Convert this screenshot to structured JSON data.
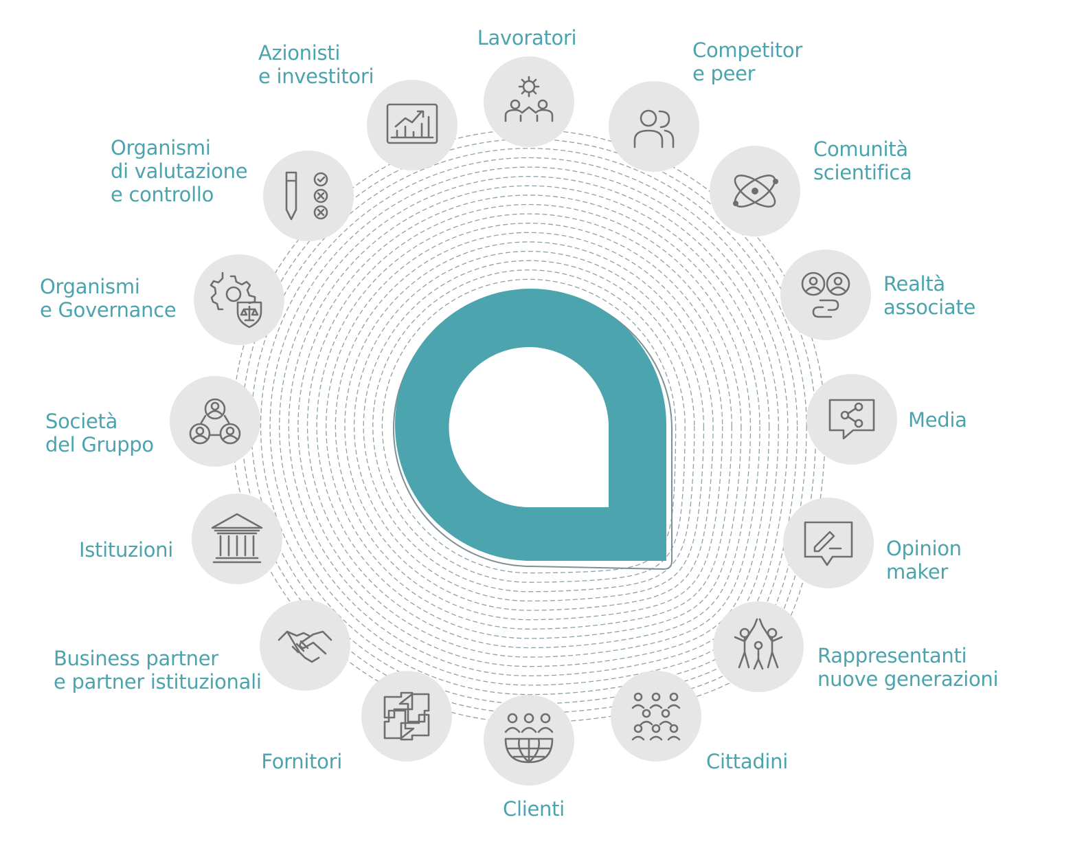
{
  "center_logo": {
    "color": "#4ca4ae",
    "ring_color": "#7d9098"
  },
  "stakeholders": [
    {
      "id": "lavoratori",
      "icon": "gear-people-icon",
      "lines": [
        "Lavoratori"
      ]
    },
    {
      "id": "competitor",
      "icon": "two-people-icon",
      "lines": [
        "Competitor",
        "e peer"
      ]
    },
    {
      "id": "comunita",
      "icon": "atom-icon",
      "lines": [
        "Comunità",
        "scientifica"
      ]
    },
    {
      "id": "realta",
      "icon": "linked-people-icon",
      "lines": [
        "Realtà",
        "associate"
      ]
    },
    {
      "id": "media",
      "icon": "share-chat-icon",
      "lines": [
        "Media"
      ]
    },
    {
      "id": "opinion",
      "icon": "pen-chat-icon",
      "lines": [
        "Opinion",
        "maker"
      ]
    },
    {
      "id": "rappresentanti",
      "icon": "high-five-icon",
      "lines": [
        "Rappresentanti",
        "nuove generazioni"
      ]
    },
    {
      "id": "cittadini",
      "icon": "crowd-icon",
      "lines": [
        "Cittadini"
      ]
    },
    {
      "id": "clienti",
      "icon": "globe-people-icon",
      "lines": [
        "Clienti"
      ]
    },
    {
      "id": "fornitori",
      "icon": "hands-square-icon",
      "lines": [
        "Fornitori"
      ]
    },
    {
      "id": "business",
      "icon": "handshake-icon",
      "lines": [
        "Business partner",
        "e partner istituzionali"
      ]
    },
    {
      "id": "istituzioni",
      "icon": "building-icon",
      "lines": [
        "Istituzioni"
      ]
    },
    {
      "id": "societa",
      "icon": "group-network-icon",
      "lines": [
        "Società",
        "del Gruppo"
      ]
    },
    {
      "id": "governance",
      "icon": "gear-balance-icon",
      "lines": [
        "Organismi",
        "e Governance"
      ]
    },
    {
      "id": "valutazione",
      "icon": "pencil-checklist-icon",
      "lines": [
        "Organismi",
        "di valutazione",
        "e controllo"
      ]
    },
    {
      "id": "azionisti",
      "icon": "growth-chart-icon",
      "lines": [
        "Azionisti",
        "e investitori"
      ]
    }
  ]
}
